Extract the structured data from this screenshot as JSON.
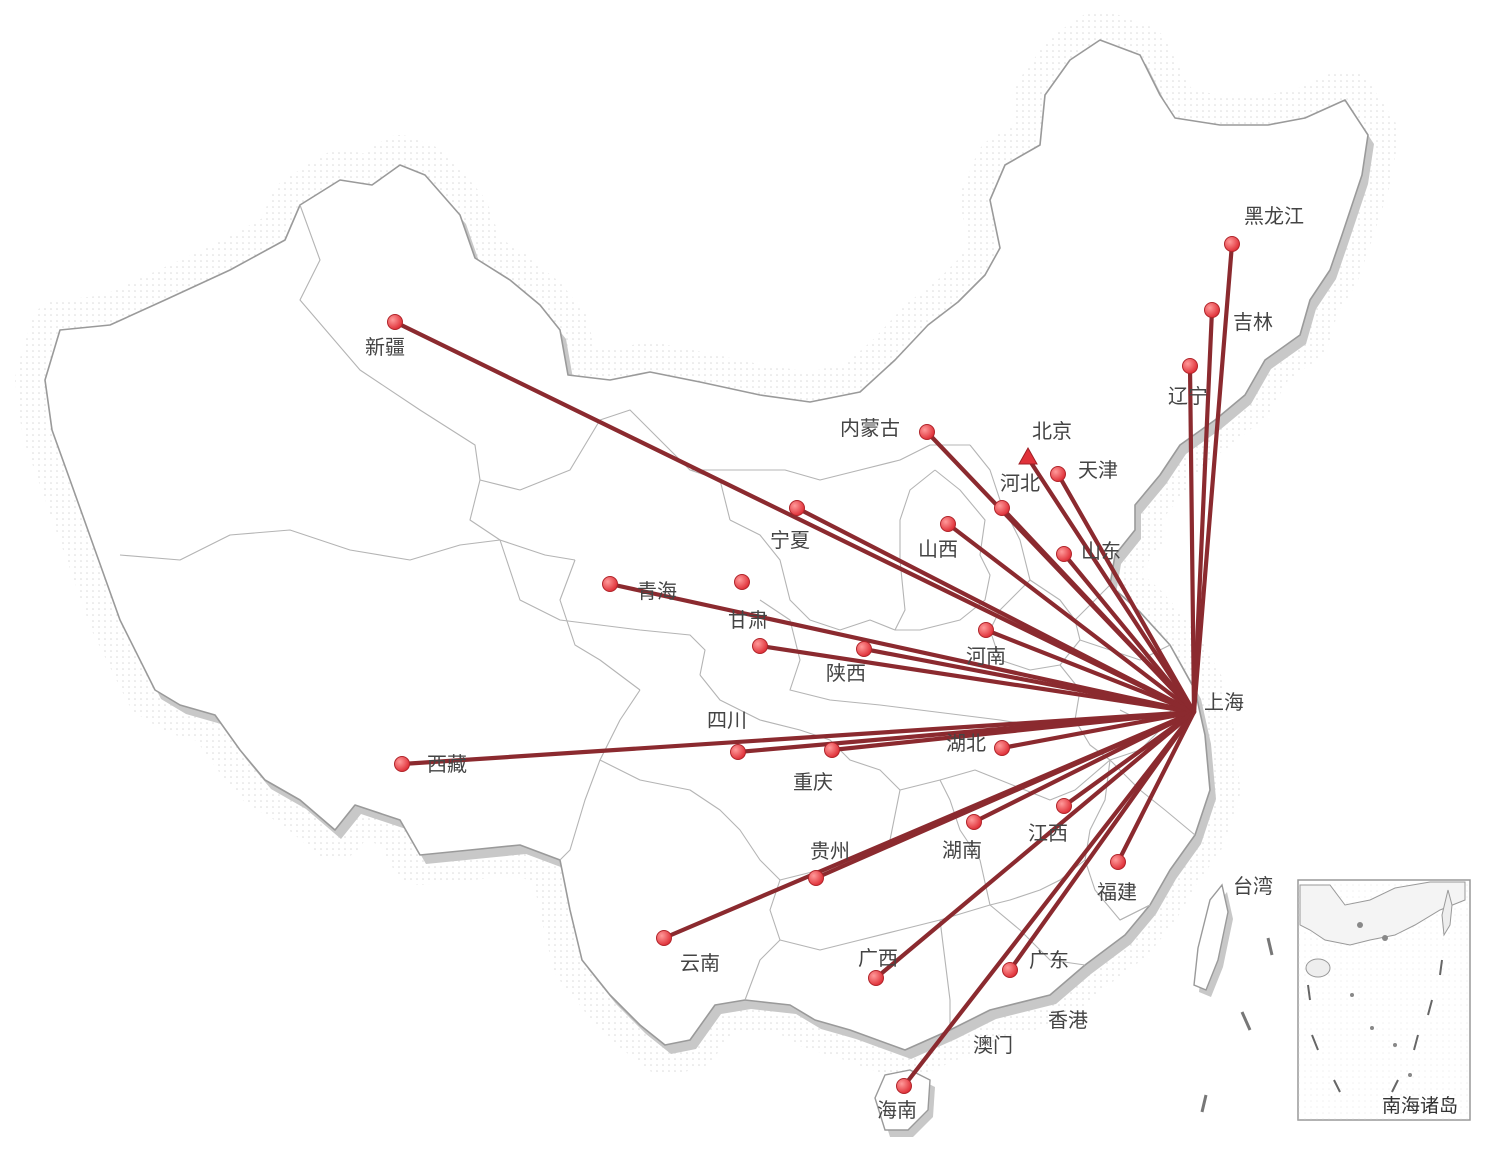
{
  "map": {
    "hub": "上海",
    "inset_title": "南海诸岛",
    "colors": {
      "route": "#8b2a2f",
      "marker": "#e0323a",
      "marker_highlight": "#ff9a9a",
      "province_fill": "#ffffff",
      "province_stroke": "#9a9a9a",
      "shadow": "#c8c8c8"
    },
    "labels": [
      "新疆",
      "西藏",
      "青海",
      "甘肃",
      "宁夏",
      "内蒙古",
      "山西",
      "陕西",
      "四川",
      "重庆",
      "云南",
      "贵州",
      "广西",
      "广东",
      "海南",
      "湖南",
      "湖北",
      "江西",
      "福建",
      "河南",
      "河北",
      "北京",
      "天津",
      "山东",
      "辽宁",
      "吉林",
      "黑龙江",
      "上海",
      "台湾",
      "香港",
      "澳门"
    ],
    "route_origins": [
      "新疆",
      "西藏",
      "青海",
      "甘肃",
      "宁夏",
      "内蒙古",
      "山西",
      "陕西",
      "四川",
      "重庆",
      "云南",
      "贵州",
      "广西",
      "广东",
      "海南",
      "湖南",
      "湖北",
      "江西",
      "福建",
      "河南",
      "河北",
      "北京",
      "天津",
      "山东",
      "辽宁",
      "吉林",
      "黑龙江"
    ]
  }
}
